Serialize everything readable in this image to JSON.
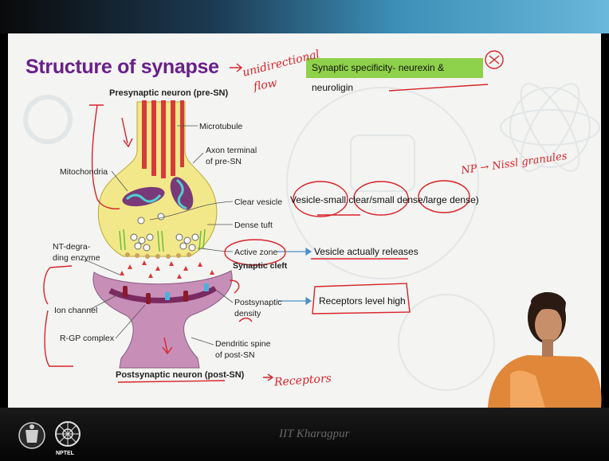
{
  "slide": {
    "title": "Structure of synapse",
    "specificity_box": "Synaptic specificity- neurexin & neuroligin",
    "vesicle_types": "Vesicle-small clear/small dense/large dense)",
    "vesicle_release": "Vesicle actually releases",
    "receptors_level": "Receptors level high"
  },
  "diagram": {
    "presynaptic": "Presynaptic neuron (pre-SN)",
    "postsynaptic": "Postsynaptic neuron (post-SN)",
    "labels": {
      "microtubule": "Microtubule",
      "axon_terminal_1": "Axon terminal",
      "axon_terminal_2": "of pre-SN",
      "mitochondria": "Mitochondria",
      "clear_vesicle": "Clear vesicle",
      "dense_tuft": "Dense tuft",
      "nt_enzyme_1": "NT-degra-",
      "nt_enzyme_2": "ding enzyme",
      "active_zone": "Active zone",
      "synaptic_cleft": "Synaptic cleft",
      "ion_channel": "Ion channel",
      "postsynaptic_density_1": "Postsynaptic",
      "postsynaptic_density_2": "density",
      "rgp_complex": "R-GP complex",
      "dendritic_spine_1": "Dendritic spine",
      "dendritic_spine_2": "of post-SN"
    }
  },
  "annotations": {
    "unidirectional_1": "unidirectional",
    "unidirectional_2": "flow",
    "np_nissl": "NP → Nissl granules",
    "receptors": "Receptors"
  },
  "footer": {
    "institution": "IIT Kharagpur",
    "logo_text": "NPTEL"
  },
  "colors": {
    "title": "#6a1f8a",
    "highlight_box": "#8ed14a",
    "annotation_ink": "#d8232a",
    "arrow": "#4a90c8",
    "presynaptic_fill": "#f2e88a",
    "postsynaptic_fill": "#c78fb8"
  }
}
